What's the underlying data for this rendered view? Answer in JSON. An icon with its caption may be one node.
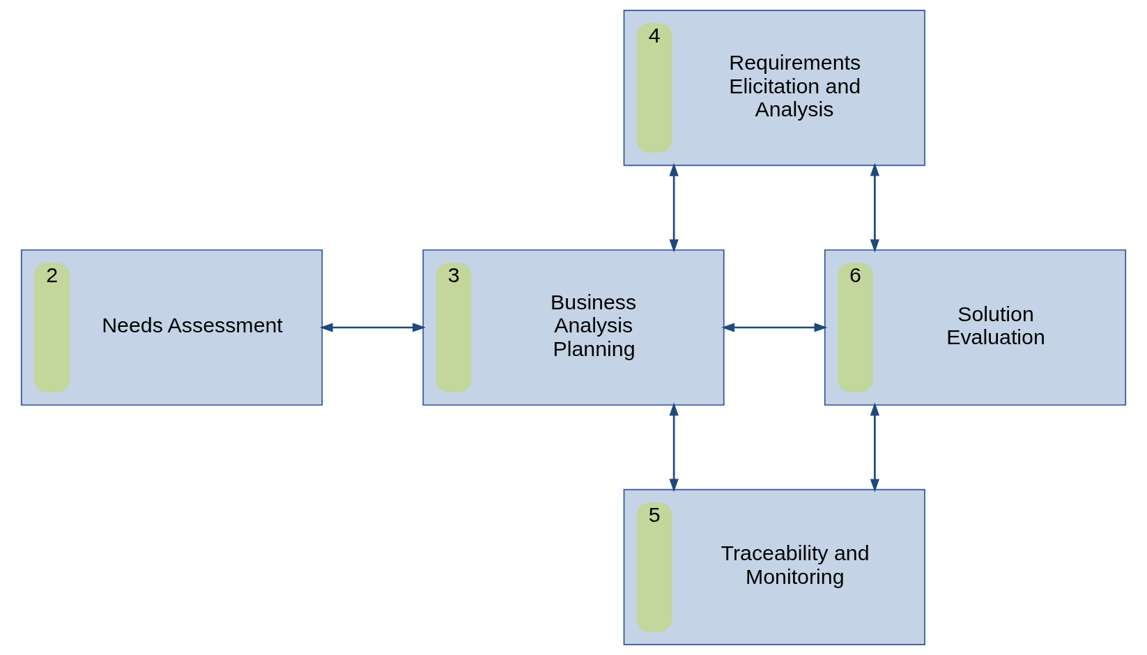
{
  "diagram": {
    "nodes": [
      {
        "text": [
          "4",
          "Requirements Elicitation and Analysis"
        ]
      },
      {
        "text": [
          "2",
          "Needs Assessment"
        ]
      },
      {
        "text": [
          "3",
          "Business Analysis Planning"
        ]
      },
      {
        "text": [
          "6",
          "Solution Evaluation"
        ]
      },
      {
        "text": [
          "5",
          "Traceability and Monitoring"
        ]
      }
    ],
    "edges": [
      {
        "from": 2,
        "to": 0,
        "arrow": "both"
      },
      {
        "from": 0,
        "to": 3,
        "arrow": "both"
      },
      {
        "from": 1,
        "to": 2,
        "arrow": "both"
      },
      {
        "from": 2,
        "to": 3,
        "arrow": "both"
      },
      {
        "from": 2,
        "to": 4,
        "arrow": "both"
      },
      {
        "from": 4,
        "to": 3,
        "arrow": "both"
      }
    ]
  }
}
